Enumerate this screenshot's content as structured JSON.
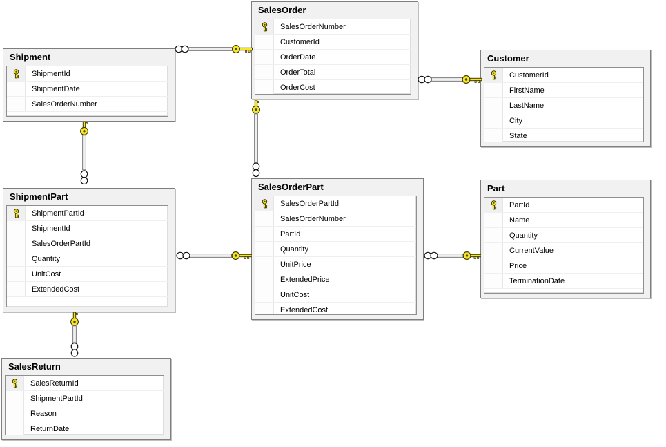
{
  "diagram": {
    "kind": "database-entity-relationship-diagram"
  },
  "colors": {
    "canvas_background": "#ffffff",
    "table_background": "#f1f1f1",
    "table_border": "#7e7e7e",
    "grid_background": "#ffffff",
    "grid_border": "#8f8f8f",
    "row_separator": "#efefef",
    "key_yellow": "#f7e52c",
    "connector_gray": "#efefef",
    "connector_outline": "#7d7d7d"
  },
  "icons": {
    "primary_key": "key-icon",
    "relationship_one_end": "key-icon",
    "relationship_many_end": "infinity-icon"
  },
  "tables": [
    {
      "name": "Shipment",
      "columns": [
        {
          "name": "ShipmentId",
          "pk": true
        },
        {
          "name": "ShipmentDate",
          "pk": false
        },
        {
          "name": "SalesOrderNumber",
          "pk": false
        }
      ]
    },
    {
      "name": "SalesOrder",
      "columns": [
        {
          "name": "SalesOrderNumber",
          "pk": true
        },
        {
          "name": "CustomerId",
          "pk": false
        },
        {
          "name": "OrderDate",
          "pk": false
        },
        {
          "name": "OrderTotal",
          "pk": false
        },
        {
          "name": "OrderCost",
          "pk": false
        }
      ]
    },
    {
      "name": "Customer",
      "columns": [
        {
          "name": "CustomerId",
          "pk": true
        },
        {
          "name": "FirstName",
          "pk": false
        },
        {
          "name": "LastName",
          "pk": false
        },
        {
          "name": "City",
          "pk": false
        },
        {
          "name": "State",
          "pk": false
        }
      ]
    },
    {
      "name": "ShipmentPart",
      "columns": [
        {
          "name": "ShipmentPartId",
          "pk": true
        },
        {
          "name": "ShipmentId",
          "pk": false
        },
        {
          "name": "SalesOrderPartId",
          "pk": false
        },
        {
          "name": "Quantity",
          "pk": false
        },
        {
          "name": "UnitCost",
          "pk": false
        },
        {
          "name": "ExtendedCost",
          "pk": false
        }
      ]
    },
    {
      "name": "SalesOrderPart",
      "columns": [
        {
          "name": "SalesOrderPartId",
          "pk": true
        },
        {
          "name": "SalesOrderNumber",
          "pk": false
        },
        {
          "name": "PartId",
          "pk": false
        },
        {
          "name": "Quantity",
          "pk": false
        },
        {
          "name": "UnitPrice",
          "pk": false
        },
        {
          "name": "ExtendedPrice",
          "pk": false
        },
        {
          "name": "UnitCost",
          "pk": false
        },
        {
          "name": "ExtendedCost",
          "pk": false
        }
      ]
    },
    {
      "name": "Part",
      "columns": [
        {
          "name": "PartId",
          "pk": true
        },
        {
          "name": "Name",
          "pk": false
        },
        {
          "name": "Quantity",
          "pk": false
        },
        {
          "name": "CurrentValue",
          "pk": false
        },
        {
          "name": "Price",
          "pk": false
        },
        {
          "name": "TerminationDate",
          "pk": false
        }
      ]
    },
    {
      "name": "SalesReturn",
      "columns": [
        {
          "name": "SalesReturnId",
          "pk": true
        },
        {
          "name": "ShipmentPartId",
          "pk": false
        },
        {
          "name": "Reason",
          "pk": false
        },
        {
          "name": "ReturnDate",
          "pk": false
        }
      ]
    }
  ],
  "relationships": [
    {
      "one_side": "SalesOrder",
      "many_side": "Shipment",
      "one_symbol": "key",
      "many_symbol": "infinity"
    },
    {
      "one_side": "Customer",
      "many_side": "SalesOrder",
      "one_symbol": "key",
      "many_symbol": "infinity"
    },
    {
      "one_side": "SalesOrder",
      "many_side": "SalesOrderPart",
      "one_symbol": "key",
      "many_symbol": "infinity"
    },
    {
      "one_side": "Shipment",
      "many_side": "ShipmentPart",
      "one_symbol": "key",
      "many_symbol": "infinity"
    },
    {
      "one_side": "SalesOrderPart",
      "many_side": "ShipmentPart",
      "one_symbol": "key",
      "many_symbol": "infinity"
    },
    {
      "one_side": "Part",
      "many_side": "SalesOrderPart",
      "one_symbol": "key",
      "many_symbol": "infinity"
    },
    {
      "one_side": "ShipmentPart",
      "many_side": "SalesReturn",
      "one_symbol": "key",
      "many_symbol": "infinity"
    }
  ]
}
